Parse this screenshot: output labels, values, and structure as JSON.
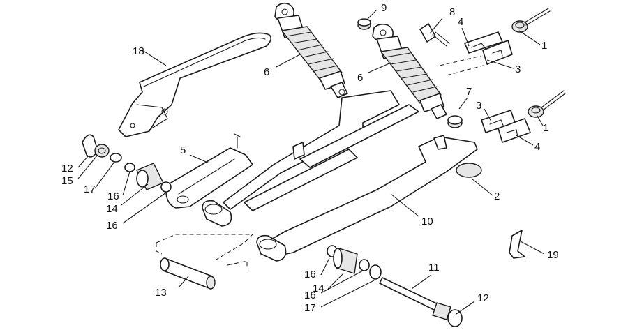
{
  "callouts": [
    {
      "id": "c1a",
      "label": "1"
    },
    {
      "id": "c1b",
      "label": "1"
    },
    {
      "id": "c2",
      "label": "2"
    },
    {
      "id": "c3a",
      "label": "3"
    },
    {
      "id": "c3b",
      "label": "3"
    },
    {
      "id": "c4a",
      "label": "4"
    },
    {
      "id": "c4b",
      "label": "4"
    },
    {
      "id": "c5",
      "label": "5"
    },
    {
      "id": "c6a",
      "label": "6"
    },
    {
      "id": "c6b",
      "label": "6"
    },
    {
      "id": "c7",
      "label": "7"
    },
    {
      "id": "c8",
      "label": "8"
    },
    {
      "id": "c9",
      "label": "9"
    },
    {
      "id": "c10",
      "label": "10"
    },
    {
      "id": "c11",
      "label": "11"
    },
    {
      "id": "c12a",
      "label": "12"
    },
    {
      "id": "c12b",
      "label": "12"
    },
    {
      "id": "c13",
      "label": "13"
    },
    {
      "id": "c14a",
      "label": "14"
    },
    {
      "id": "c14b",
      "label": "14"
    },
    {
      "id": "c15",
      "label": "15"
    },
    {
      "id": "c16a",
      "label": "16"
    },
    {
      "id": "c16b",
      "label": "16"
    },
    {
      "id": "c16c",
      "label": "16"
    },
    {
      "id": "c16d",
      "label": "16"
    },
    {
      "id": "c17a",
      "label": "17"
    },
    {
      "id": "c17b",
      "label": "17"
    },
    {
      "id": "c18",
      "label": "18"
    },
    {
      "id": "c19",
      "label": "19"
    }
  ]
}
